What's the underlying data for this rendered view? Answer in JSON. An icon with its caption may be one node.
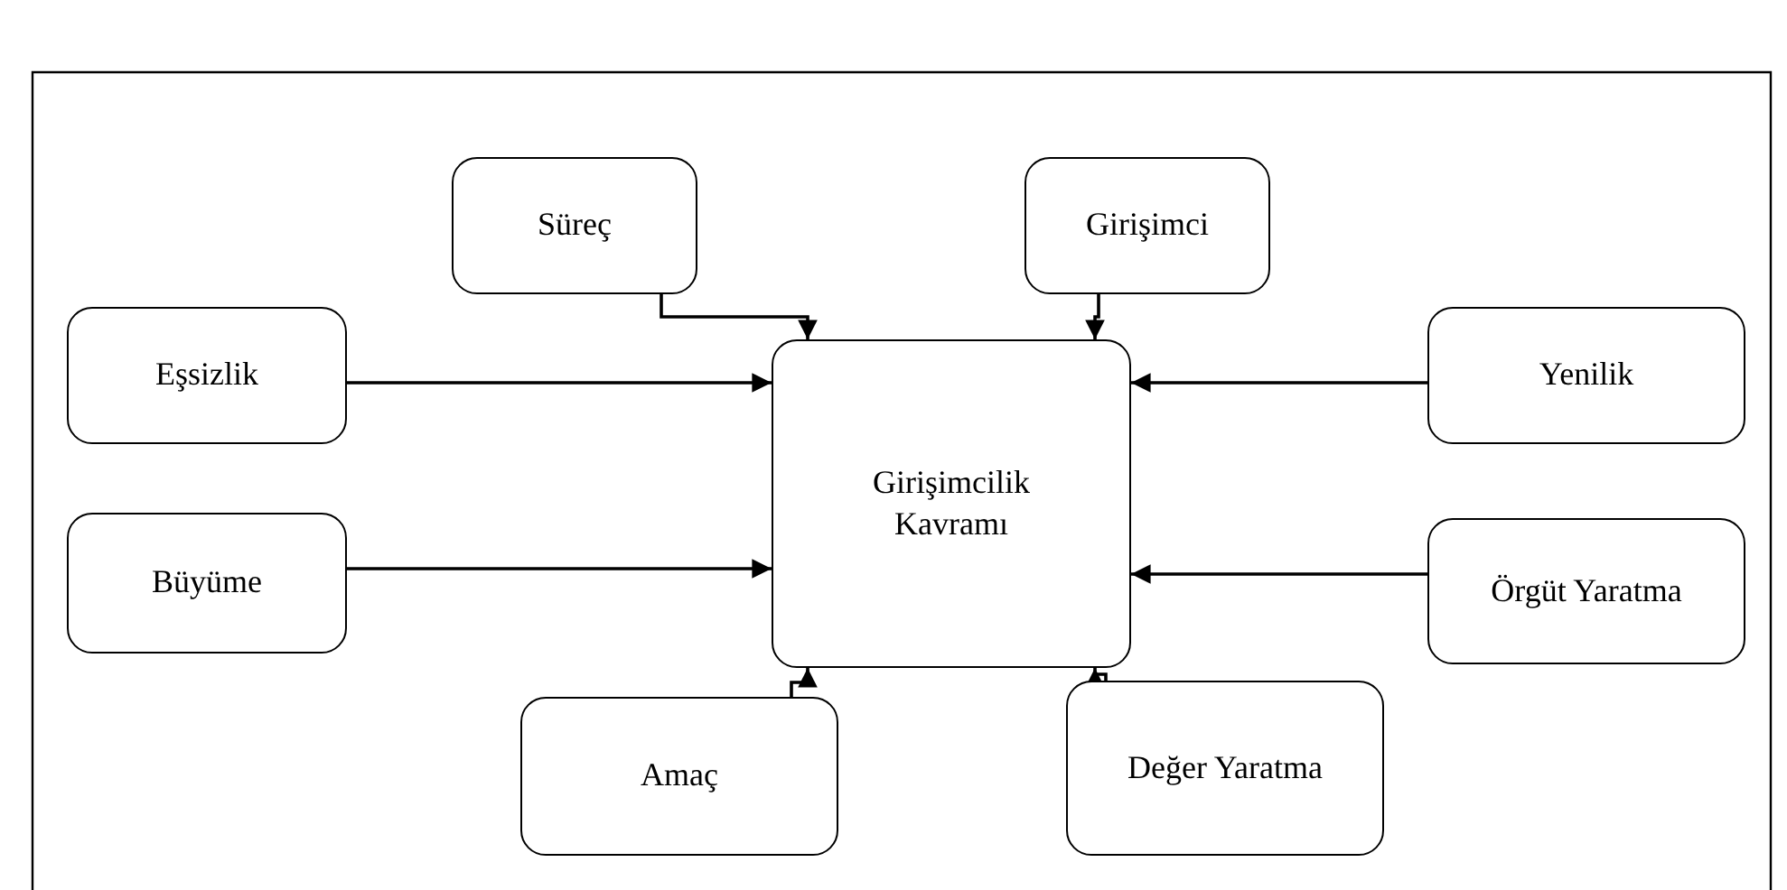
{
  "diagram": {
    "nodes": [
      {
        "text": [
          "Girişimcilik Kavramı"
        ]
      },
      {
        "text": [
          "Süreç"
        ]
      },
      {
        "text": [
          "Girişimci"
        ]
      },
      {
        "text": [
          "Eşsizlik"
        ]
      },
      {
        "text": [
          "Yenilik"
        ]
      },
      {
        "text": [
          "Büyüme"
        ]
      },
      {
        "text": [
          "Örgüt Yaratma"
        ]
      },
      {
        "text": [
          "Amaç"
        ]
      },
      {
        "text": [
          "Değer Yaratma"
        ]
      }
    ],
    "edges": [
      {
        "from": 1,
        "to": 0,
        "arrow": "to"
      },
      {
        "from": 2,
        "to": 0,
        "arrow": "to"
      },
      {
        "from": 3,
        "to": 0,
        "arrow": "to"
      },
      {
        "from": 4,
        "to": 0,
        "arrow": "to"
      },
      {
        "from": 5,
        "to": 0,
        "arrow": "to"
      },
      {
        "from": 6,
        "to": 0,
        "arrow": "to"
      },
      {
        "from": 7,
        "to": 0,
        "arrow": "to"
      },
      {
        "from": 8,
        "to": 0,
        "arrow": "to"
      }
    ]
  }
}
